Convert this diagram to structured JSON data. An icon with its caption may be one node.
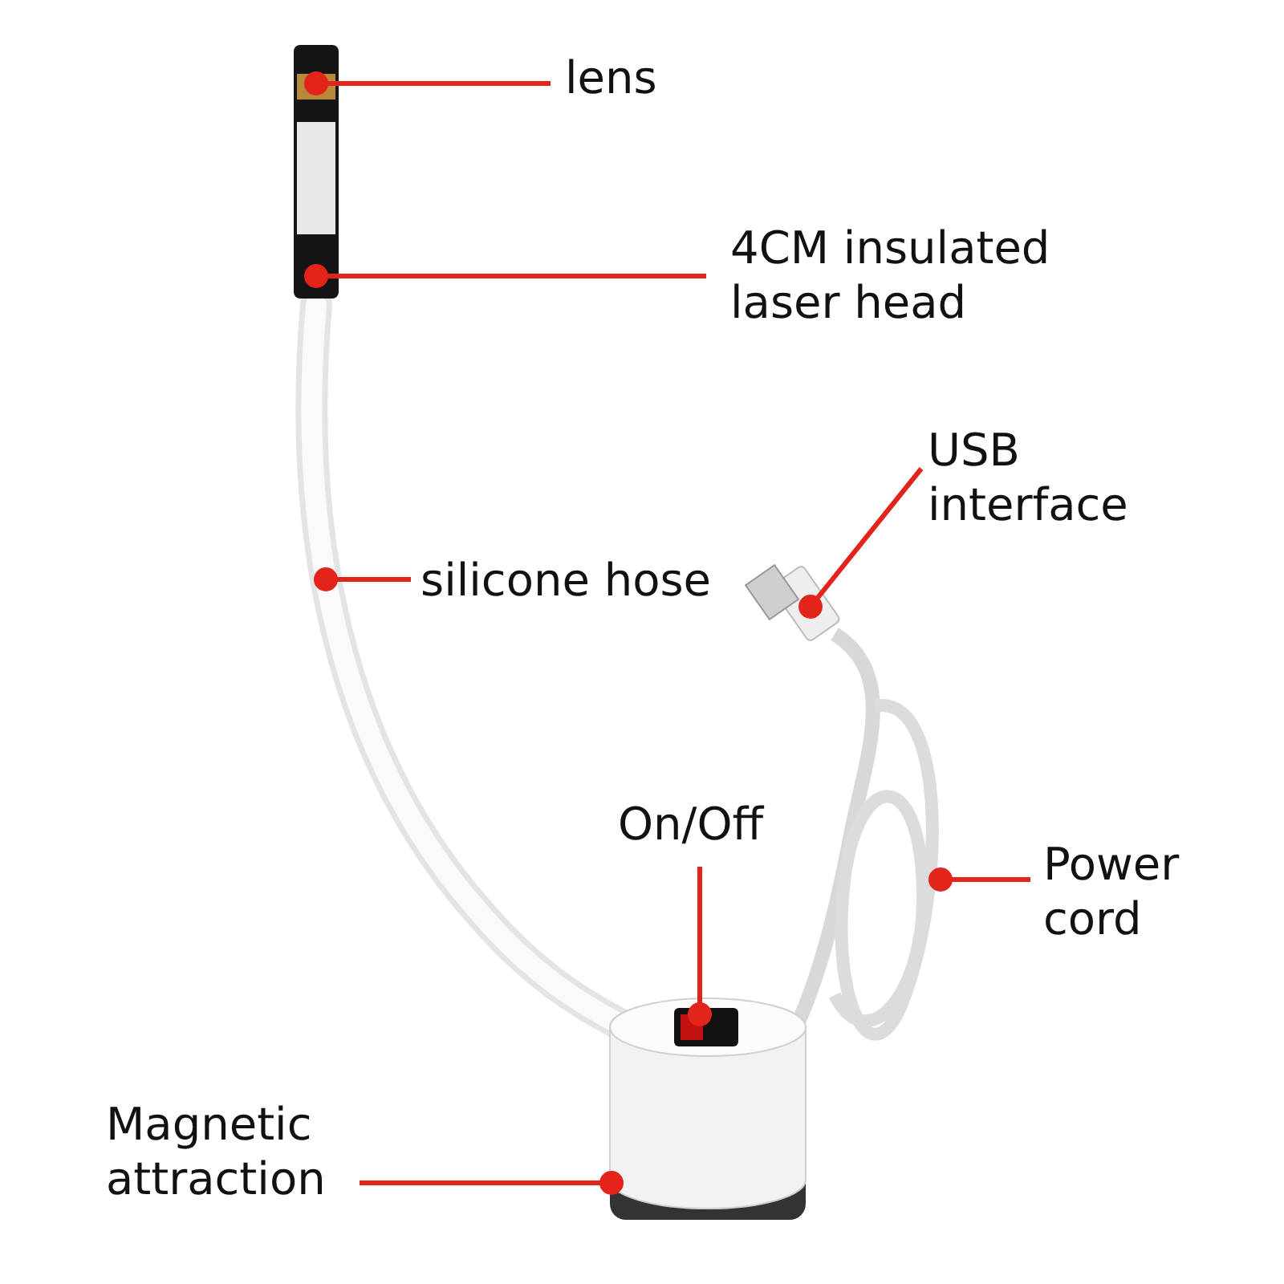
{
  "diagram": {
    "nodes": [
      {
        "text": [
          "lens"
        ]
      },
      {
        "text": [
          "4CM insulated laser head"
        ]
      },
      {
        "text": [
          "USB interface"
        ]
      },
      {
        "text": [
          "silicone hose"
        ]
      },
      {
        "text": [
          "On/Off"
        ]
      },
      {
        "text": [
          "Power cord"
        ]
      },
      {
        "text": [
          "Magnetic attraction"
        ]
      }
    ],
    "edges": [
      {
        "from": 0,
        "to": null,
        "arrow": "other"
      },
      {
        "from": 1,
        "to": null,
        "arrow": "other"
      },
      {
        "from": 2,
        "to": null,
        "arrow": "other"
      },
      {
        "from": 3,
        "to": null,
        "arrow": "other"
      },
      {
        "from": 4,
        "to": null,
        "arrow": "other"
      },
      {
        "from": 5,
        "to": null,
        "arrow": "other"
      },
      {
        "from": 6,
        "to": null,
        "arrow": "other"
      }
    ]
  }
}
